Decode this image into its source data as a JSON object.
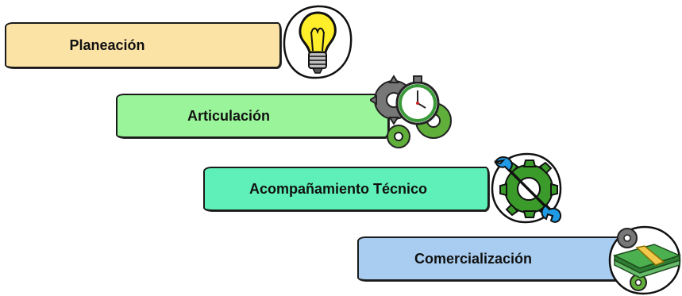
{
  "steps": [
    {
      "label": "Planeación",
      "color": "#fbe3a6",
      "icon": "lightbulb-icon"
    },
    {
      "label": "Articulación",
      "color": "#9af59a",
      "icon": "stopwatch-gears-icon"
    },
    {
      "label": "Acompañamiento Técnico",
      "color": "#5ef0b8",
      "icon": "wrench-gear-icon"
    },
    {
      "label": "Comercialización",
      "color": "#a8cdf0",
      "icon": "money-gears-icon"
    }
  ]
}
